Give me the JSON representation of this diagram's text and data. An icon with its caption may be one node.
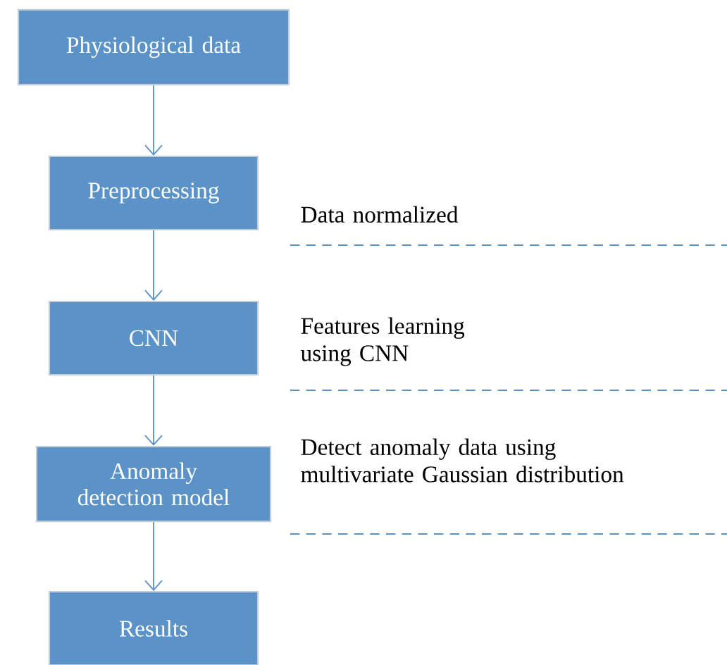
{
  "diagram": {
    "nodes": [
      {
        "text": [
          "Physiological data"
        ]
      },
      {
        "text": [
          "Preprocessing"
        ]
      },
      {
        "text": [
          "CNN"
        ]
      },
      {
        "text": [
          "Anomaly detection model"
        ]
      },
      {
        "text": [
          "Results"
        ]
      }
    ],
    "edges": [
      {
        "from": 0,
        "to": 1,
        "arrow": "to"
      },
      {
        "from": 1,
        "to": 2,
        "arrow": "to"
      },
      {
        "from": 2,
        "to": 3,
        "arrow": "to"
      },
      {
        "from": 3,
        "to": 4,
        "arrow": "to"
      }
    ],
    "labels": [
      "Data normalized",
      "Features learning using CNN",
      "Detect anomaly data using multivariate Gaussian distribution"
    ]
  }
}
